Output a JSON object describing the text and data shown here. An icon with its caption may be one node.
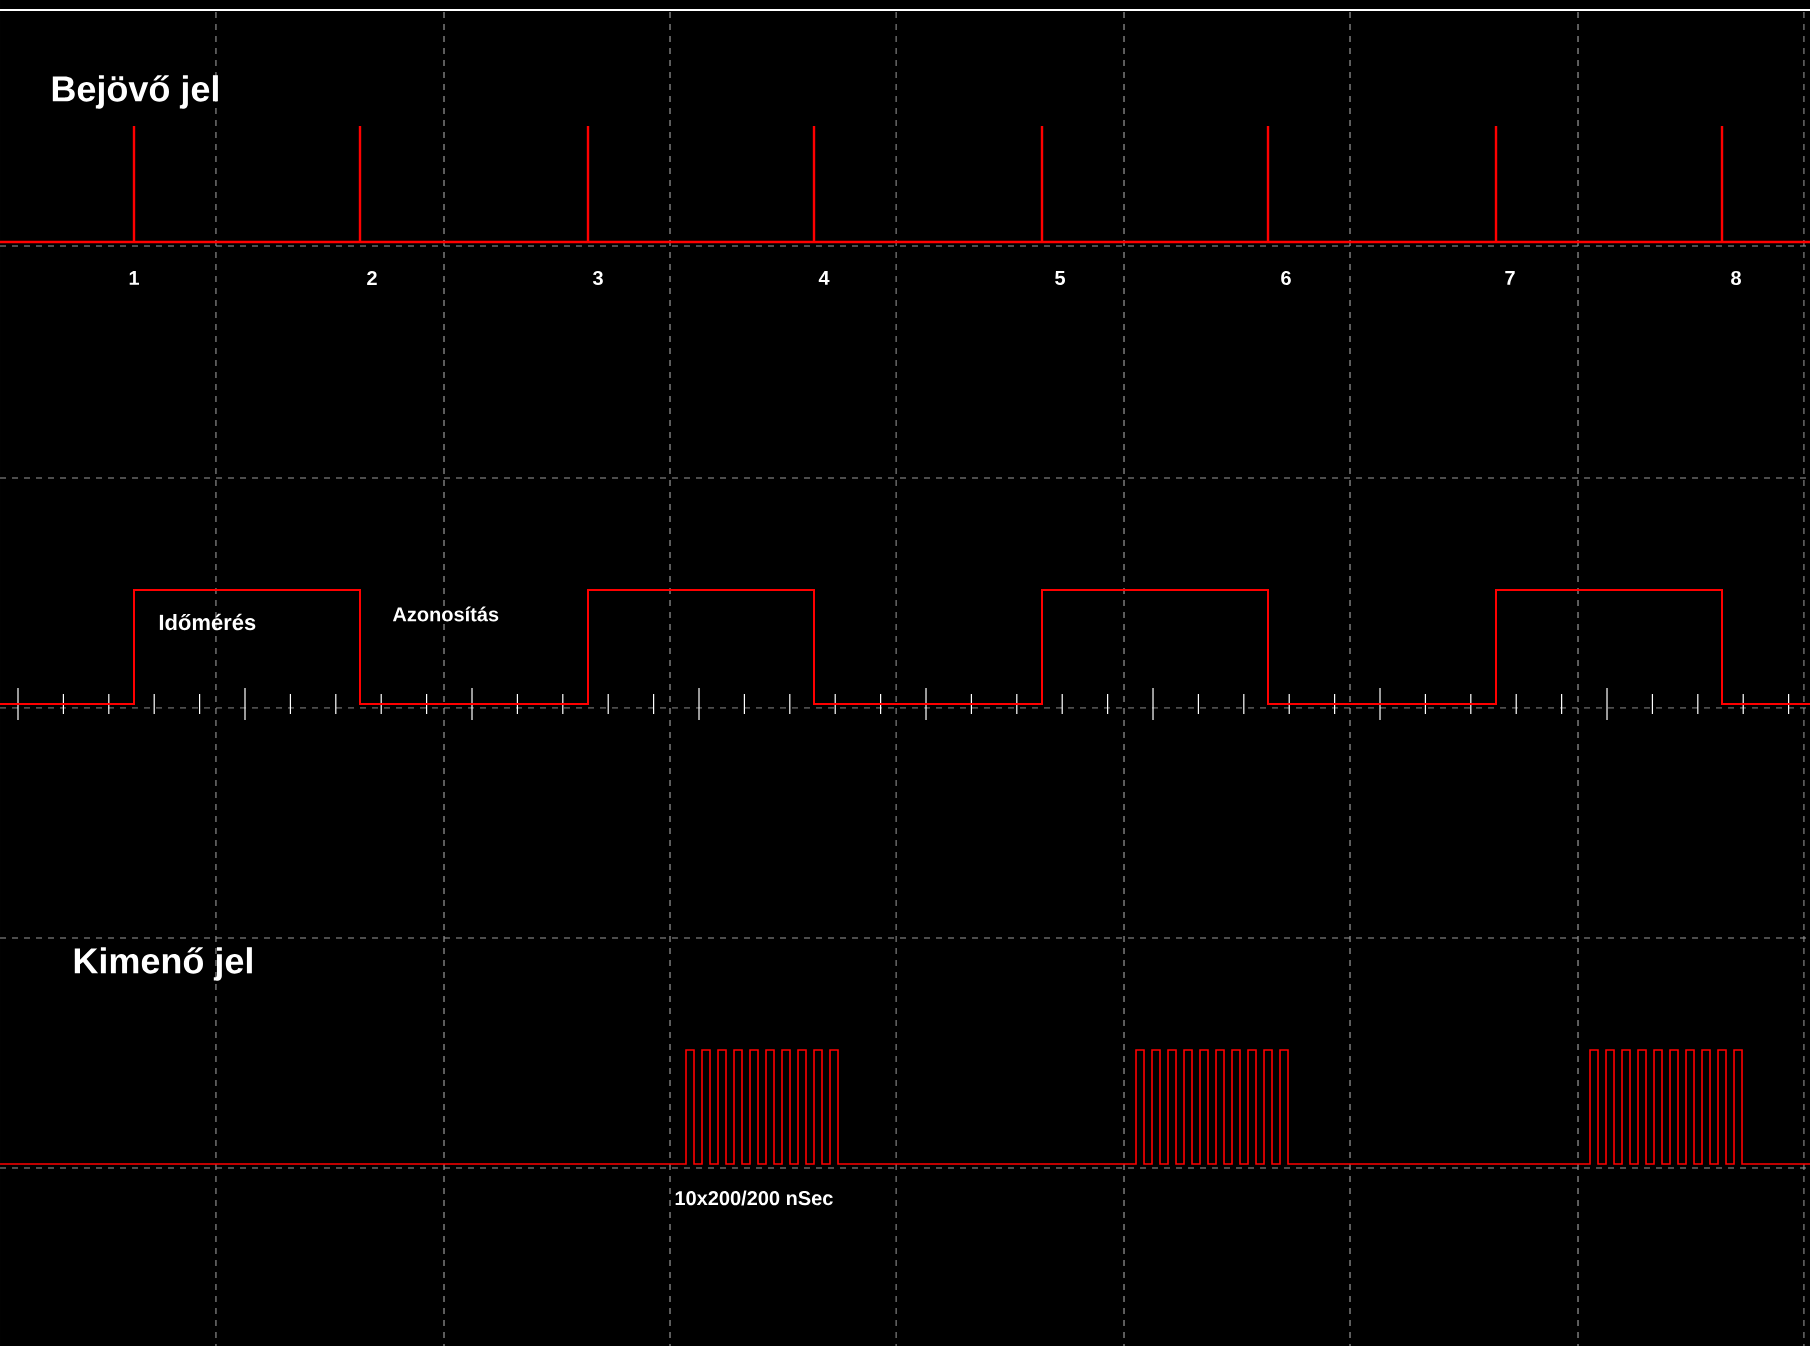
{
  "diagram": {
    "labels": [
      "Bejövő jel",
      "1",
      "2",
      "3",
      "4",
      "5",
      "6",
      "7",
      "8",
      "Időmérés",
      "Azonosítás",
      "Kimenő jel",
      "10x200/200 nSec"
    ]
  }
}
